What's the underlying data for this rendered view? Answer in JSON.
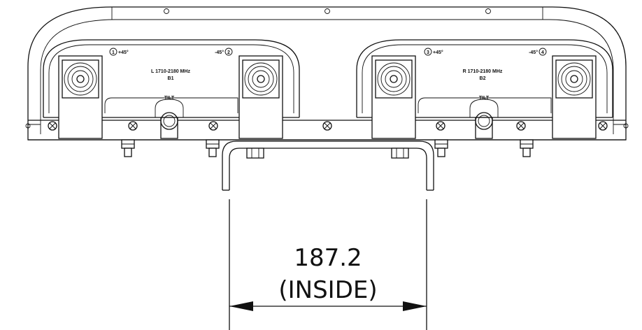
{
  "left_panel": {
    "band_label": "L 1710-2180 MHz",
    "band_id": "B1",
    "port1_num": "1",
    "port1_pol": "+45°",
    "port2_num": "2",
    "port2_pol": "-45°",
    "tilt_label": "TILT"
  },
  "right_panel": {
    "band_label": "R 1710-2180 MHz",
    "band_id": "B2",
    "port3_num": "3",
    "port3_pol": "+45°",
    "port4_num": "4",
    "port4_pol": "-45°",
    "tilt_label": "TILT"
  },
  "dimension": {
    "value": "187.2",
    "note": "(INSIDE)"
  }
}
